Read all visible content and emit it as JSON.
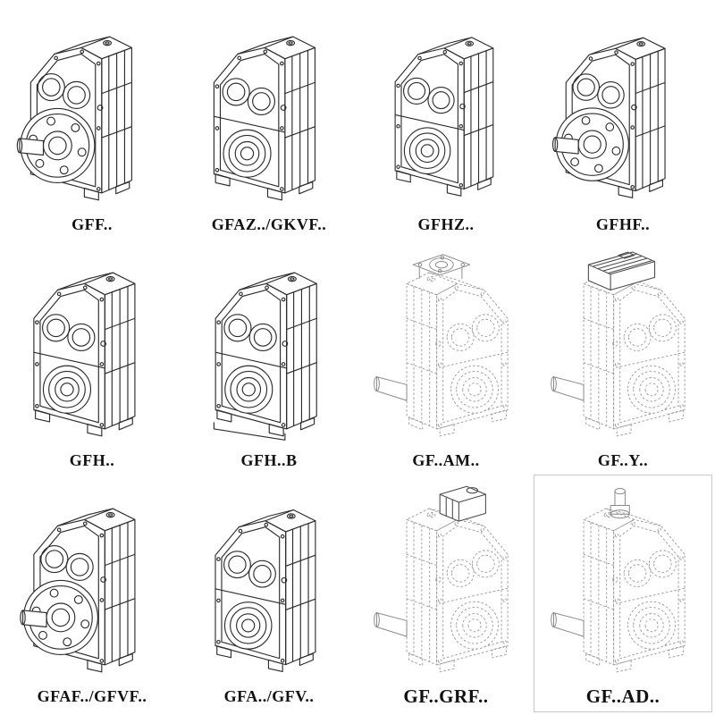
{
  "products": [
    {
      "label": "GFF.."
    },
    {
      "label": "GFAZ../GKVF.."
    },
    {
      "label": "GFHZ.."
    },
    {
      "label": "GFHF.."
    },
    {
      "label": "GFH.."
    },
    {
      "label": "GFH..B"
    },
    {
      "label": "GF..AM.."
    },
    {
      "label": "GF..Y.."
    },
    {
      "label": "GFAF../GFVF.."
    },
    {
      "label": "GFA../GFV.."
    },
    {
      "label": "GF..GRF.."
    },
    {
      "label": "GF..AD.."
    }
  ],
  "colors": {
    "line": "#2c2c2c",
    "dashed_line": "#9b9b9b",
    "light_line": "#8a8a8a",
    "label_text": "#111111",
    "background": "#ffffff"
  }
}
